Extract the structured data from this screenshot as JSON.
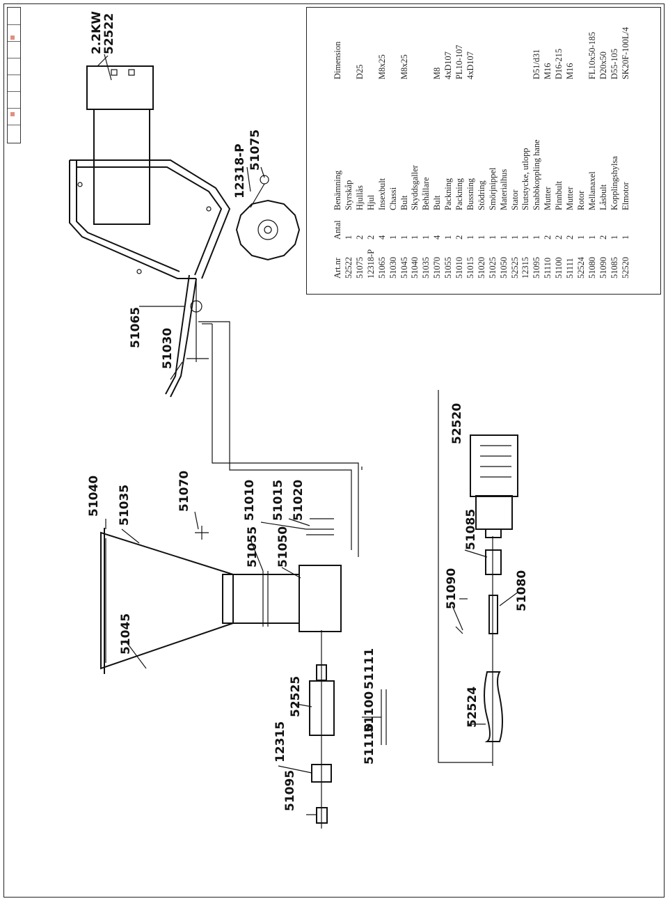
{
  "parts_table": {
    "headers": {
      "art_nr": "Art.nr",
      "antal": "Antal",
      "benamning": "Benämning",
      "dimension": "Dimension"
    },
    "rows": [
      {
        "art_nr": "52522",
        "antal": "1",
        "benamning": "Styrskåp",
        "dimension": ""
      },
      {
        "art_nr": "51075",
        "antal": "2",
        "benamning": "Hjullås",
        "dimension": "D25"
      },
      {
        "art_nr": "12318-P",
        "antal": "2",
        "benamning": "Hjul",
        "dimension": ""
      },
      {
        "art_nr": "51065",
        "antal": "4",
        "benamning": "Insexbult",
        "dimension": "M8x25"
      },
      {
        "art_nr": "51030",
        "antal": "1",
        "benamning": "Chassi",
        "dimension": ""
      },
      {
        "art_nr": "51045",
        "antal": "1",
        "benamning": "Bult",
        "dimension": "M8x25"
      },
      {
        "art_nr": "51040",
        "antal": "1",
        "benamning": "Skyddsgaller",
        "dimension": ""
      },
      {
        "art_nr": "51035",
        "antal": "1",
        "benamning": "Behållare",
        "dimension": ""
      },
      {
        "art_nr": "51070",
        "antal": "4",
        "benamning": "Bult",
        "dimension": "M8"
      },
      {
        "art_nr": "51055",
        "antal": "1",
        "benamning": "Packning",
        "dimension": "4xD107"
      },
      {
        "art_nr": "51010",
        "antal": "2",
        "benamning": "Packning",
        "dimension": "PL10-107"
      },
      {
        "art_nr": "51015",
        "antal": "1",
        "benamning": "Bussning",
        "dimension": "4xD107"
      },
      {
        "art_nr": "51020",
        "antal": "1",
        "benamning": "Stödring",
        "dimension": ""
      },
      {
        "art_nr": "51025",
        "antal": "1",
        "benamning": "Smörjnippel",
        "dimension": ""
      },
      {
        "art_nr": "51050",
        "antal": "1",
        "benamning": "Materialhus",
        "dimension": ""
      },
      {
        "art_nr": "52525",
        "antal": "1",
        "benamning": "Stator",
        "dimension": ""
      },
      {
        "art_nr": "12315",
        "antal": "1",
        "benamning": "Slutstycke, utlopp",
        "dimension": ""
      },
      {
        "art_nr": "51095",
        "antal": "1",
        "benamning": "Snabbkoppling hane",
        "dimension": "D51/d31"
      },
      {
        "art_nr": "51110",
        "antal": "2",
        "benamning": "Mutter",
        "dimension": "M16"
      },
      {
        "art_nr": "51100",
        "antal": "2",
        "benamning": "Pinnbult",
        "dimension": "D16-215"
      },
      {
        "art_nr": "51111",
        "antal": "2",
        "benamning": "Mutter",
        "dimension": "M16"
      },
      {
        "art_nr": "52524",
        "antal": "1",
        "benamning": "Rotor",
        "dimension": ""
      },
      {
        "art_nr": "51080",
        "antal": "1",
        "benamning": "Mellanaxel",
        "dimension": "FL10x50-185"
      },
      {
        "art_nr": "51090",
        "antal": "2",
        "benamning": "Låsbult",
        "dimension": "D20x50"
      },
      {
        "art_nr": "51085",
        "antal": "1",
        "benamning": "Kopplingshylsa",
        "dimension": "D55-105"
      },
      {
        "art_nr": "52520",
        "antal": "1",
        "benamning": "Elmotor",
        "dimension": "SK20F-100L/4"
      }
    ]
  },
  "callouts": {
    "c_2_2kw": "2.2KW",
    "c_52522": "52522",
    "c_12318p": "12318-P",
    "c_51075": "51075",
    "c_51065": "51065",
    "c_51030": "51030",
    "c_52520": "52520",
    "c_51040": "51040",
    "c_51035": "51035",
    "c_51070": "51070",
    "c_51010": "51010",
    "c_51015": "51015",
    "c_51020": "51020",
    "c_51055": "51055",
    "c_51050": "51050",
    "c_51085": "51085",
    "c_51090": "51090",
    "c_51080": "51080",
    "c_51045": "51045",
    "c_52525": "52525",
    "c_51111": "51111",
    "c_51100": "51100",
    "c_51110": "51110",
    "c_12315": "12315",
    "c_51095": "51095",
    "c_52524": "52524"
  },
  "colors": {
    "line": "#111111",
    "title_marks": "#e09080"
  }
}
